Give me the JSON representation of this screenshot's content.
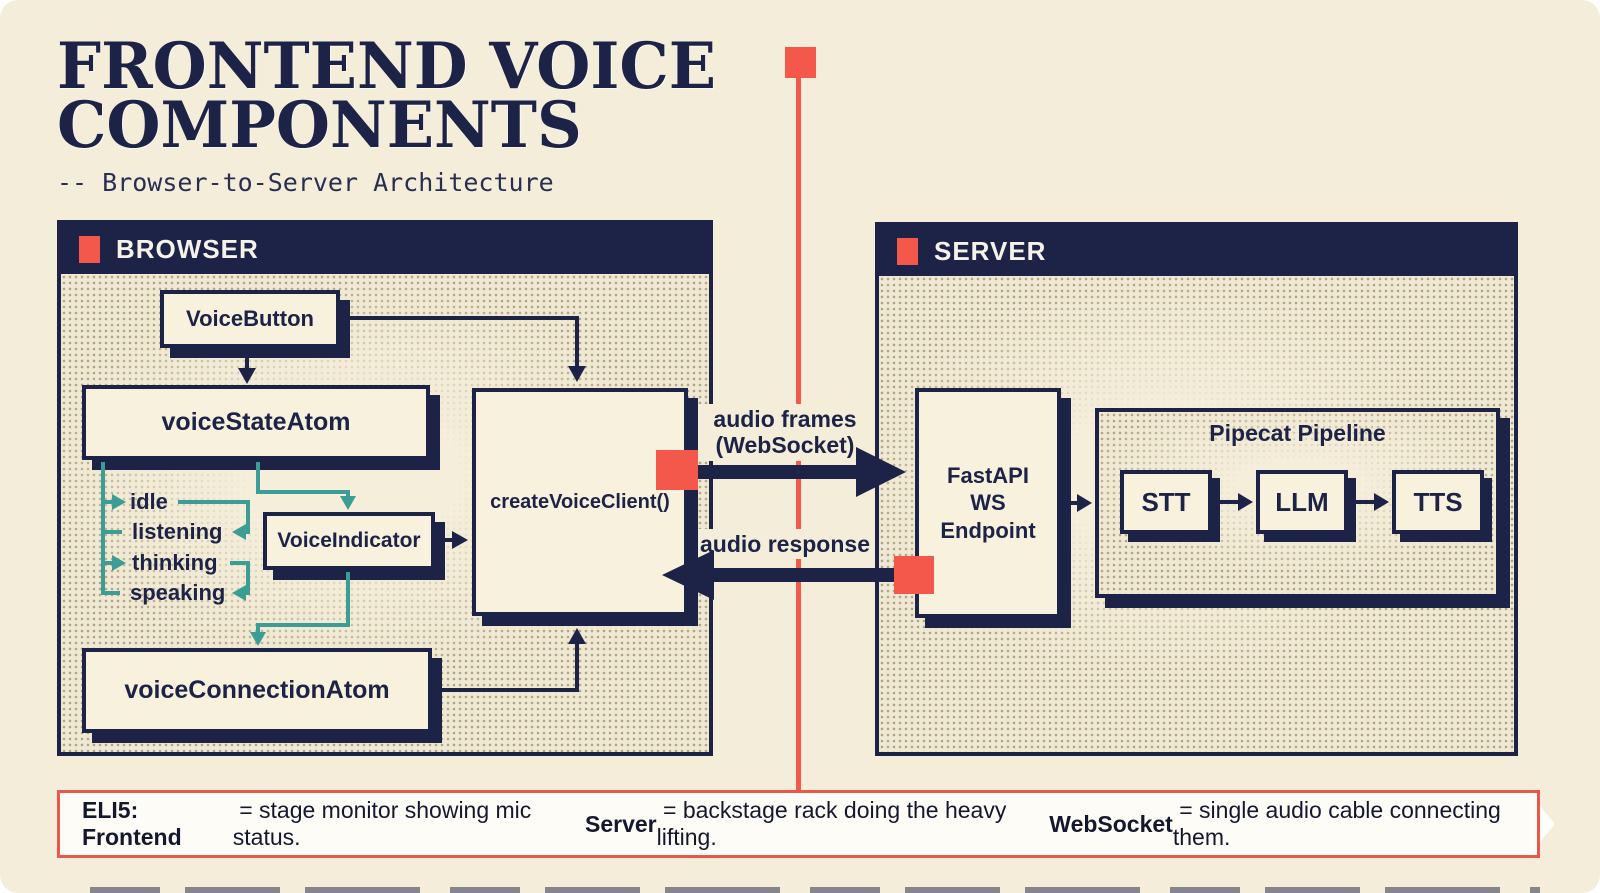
{
  "title": {
    "line1": "FRONTEND VOICE",
    "line2": "COMPONENTS",
    "subtitle": "-- Browser-to-Server Architecture"
  },
  "browser": {
    "label": "BROWSER",
    "nodes": {
      "voice_button": "VoiceButton",
      "voice_state_atom": "voiceStateAtom",
      "voice_indicator": "VoiceIndicator",
      "create_voice_client": "createVoiceClient()",
      "voice_connection_atom": "voiceConnectionAtom"
    },
    "states": [
      "idle",
      "listening",
      "thinking",
      "speaking"
    ]
  },
  "server": {
    "label": "SERVER",
    "fastapi": [
      "FastAPI",
      "WS",
      "Endpoint"
    ],
    "pipeline_title": "Pipecat Pipeline",
    "stages": [
      "STT",
      "LLM",
      "TTS"
    ]
  },
  "connections": {
    "to_server_line1": "audio frames",
    "to_server_line2": "(WebSocket)",
    "to_browser": "audio response"
  },
  "footer": {
    "b1": "ELI5: Frontend",
    "t1": " = stage monitor showing mic status. ",
    "b2": "Server",
    "t2": " = backstage rack doing the heavy lifting. ",
    "b3": "WebSocket",
    "t3": " = single audio cable connecting them."
  },
  "colors": {
    "navy": "#1d2347",
    "teal": "#3b9d95",
    "coral": "#f4584a",
    "cream": "#f4edda",
    "footer_border": "#ea584c"
  }
}
